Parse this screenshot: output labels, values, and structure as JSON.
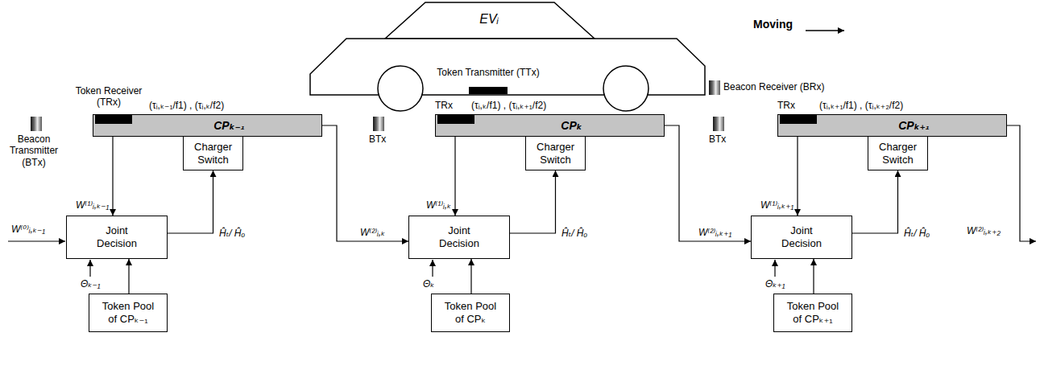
{
  "diagram": {
    "nodes": [
      {
        "text": [
          "EVᵢ",
          "Token Transmitter (TTx)"
        ]
      },
      {
        "text": [
          "CPₖ₋₁"
        ]
      },
      {
        "text": [
          "Charger Switch"
        ]
      },
      {
        "text": [
          "Joint Decision"
        ]
      },
      {
        "text": [
          "Token Pool of CPₖ₋₁"
        ]
      },
      {
        "text": [
          "CPₖ"
        ]
      },
      {
        "text": [
          "Charger Switch"
        ]
      },
      {
        "text": [
          "Joint Decision"
        ]
      },
      {
        "text": [
          "Token Pool of CPₖ"
        ]
      },
      {
        "text": [
          "CPₖ₊₁"
        ]
      },
      {
        "text": [
          "Charger Switch"
        ]
      },
      {
        "text": [
          "Joint Decision"
        ]
      },
      {
        "text": [
          "Token Pool of CPₖ₊₁"
        ]
      }
    ],
    "edges": [
      {
        "from": 1,
        "to": 3,
        "arrow": "to",
        "label": "W⁽¹⁾ᵢ,ₖ₋₁"
      },
      {
        "from": 3,
        "to": 2,
        "arrow": "to",
        "label": "Ĥₜ/ Ĥₒ"
      },
      {
        "from": 4,
        "to": 3,
        "arrow": "to"
      },
      {
        "from": 1,
        "to": 7,
        "arrow": "to",
        "label": "W⁽²⁾ᵢ,ₖ"
      },
      {
        "from": 5,
        "to": 7,
        "arrow": "to",
        "label": "W⁽¹⁾ᵢ,ₖ"
      },
      {
        "from": 7,
        "to": 6,
        "arrow": "to",
        "label": "Ĥₜ/ Ĥₒ"
      },
      {
        "from": 8,
        "to": 7,
        "arrow": "to"
      },
      {
        "from": 5,
        "to": 11,
        "arrow": "to",
        "label": "W⁽²⁾ᵢ,ₖ₊₁"
      },
      {
        "from": 9,
        "to": 11,
        "arrow": "to",
        "label": "W⁽¹⁾ᵢ,ₖ₊₁"
      },
      {
        "from": 11,
        "to": 10,
        "arrow": "to",
        "label": "Ĥₜ/ Ĥₒ"
      },
      {
        "from": 12,
        "to": 11,
        "arrow": "to"
      }
    ],
    "labels": [
      "Moving",
      "Beacon Receiver (BRx)",
      "Token Receiver (TRx)",
      "(τᵢ,ₖ₋₁/f1) , (τᵢ,ₖ/f2)",
      "Beacon Transmitter (BTx)",
      "W⁽⁰⁾ᵢ,ₖ₋₁",
      "Θₖ₋₁",
      "TRx",
      "(τᵢ,ₖ/f1) , (τᵢ,ₖ₊₁/f2)",
      "BTx",
      "Θₖ",
      "TRx",
      "(τᵢ,ₖ₊₁/f1) , (τᵢ,ₖ₊₂/f2)",
      "BTx",
      "Θₖ₊₁",
      "W⁽²⁾ᵢ,ₖ₊₂"
    ]
  }
}
